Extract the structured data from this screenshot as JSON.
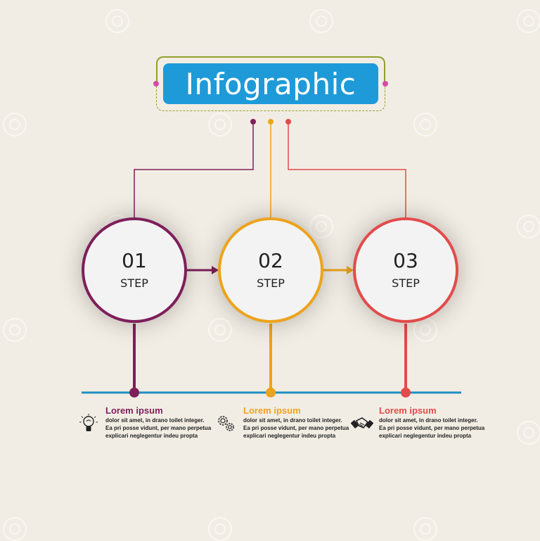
{
  "title": "Infographic",
  "colors": {
    "background": "#f2ede4",
    "title_box": "#1e9ad9",
    "title_frame": "#8fa02c",
    "frame_dots": "#d64aa8",
    "timeline": "#1e8ec2"
  },
  "steps": [
    {
      "number": "01",
      "label": "STEP",
      "color": "#7e1f5b",
      "heading": "Lorem ipsum",
      "lines": [
        "dolor sit amet, in drano toilet integer.",
        "Ea pri posse vidunt, per mano perpetua",
        "explicari neglegentur indeu propta"
      ],
      "icon": "lightbulb-icon"
    },
    {
      "number": "02",
      "label": "STEP",
      "color": "#eda31c",
      "heading": "Lorem ipsum",
      "lines": [
        "dolor sit amet, in drano toilet integer.",
        "Ea pri posse vidunt, per mano perpetua",
        "explicari neglegentur indeu propta"
      ],
      "icon": "gears-icon"
    },
    {
      "number": "03",
      "label": "STEP",
      "color": "#e24b4b",
      "heading": "Lorem ipsum",
      "lines": [
        "dolor sit amet, in drano toilet integer.",
        "Ea pri posse vidunt, per mano perpetua",
        "explicari neglegentur indeu propta"
      ],
      "icon": "handshake-icon"
    }
  ]
}
